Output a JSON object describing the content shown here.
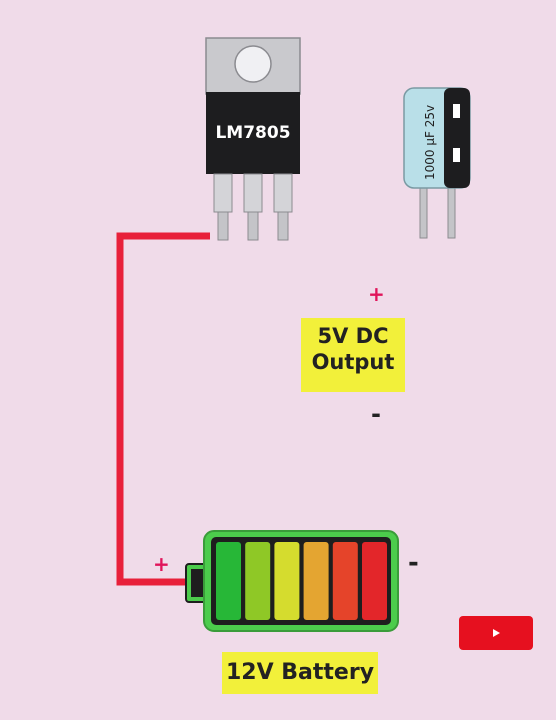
{
  "regulator": {
    "label": "LM7805"
  },
  "capacitor": {
    "label": "1000 µF 25v"
  },
  "output": {
    "line1": "5V DC",
    "line2": "Output",
    "plus": "+",
    "minus": "-"
  },
  "battery": {
    "label": "12V Battery",
    "plus": "+",
    "minus": "-",
    "cells": [
      "#27b737",
      "#8fc826",
      "#d5dc2e",
      "#e4a531",
      "#e5442a",
      "#e3262a"
    ]
  },
  "colors": {
    "wire": "#e8203a",
    "background": "#f0dbe9",
    "label_bg": "#f2f03a",
    "youtube": "#e6101f"
  },
  "icons": {
    "video": "youtube-play-icon"
  }
}
